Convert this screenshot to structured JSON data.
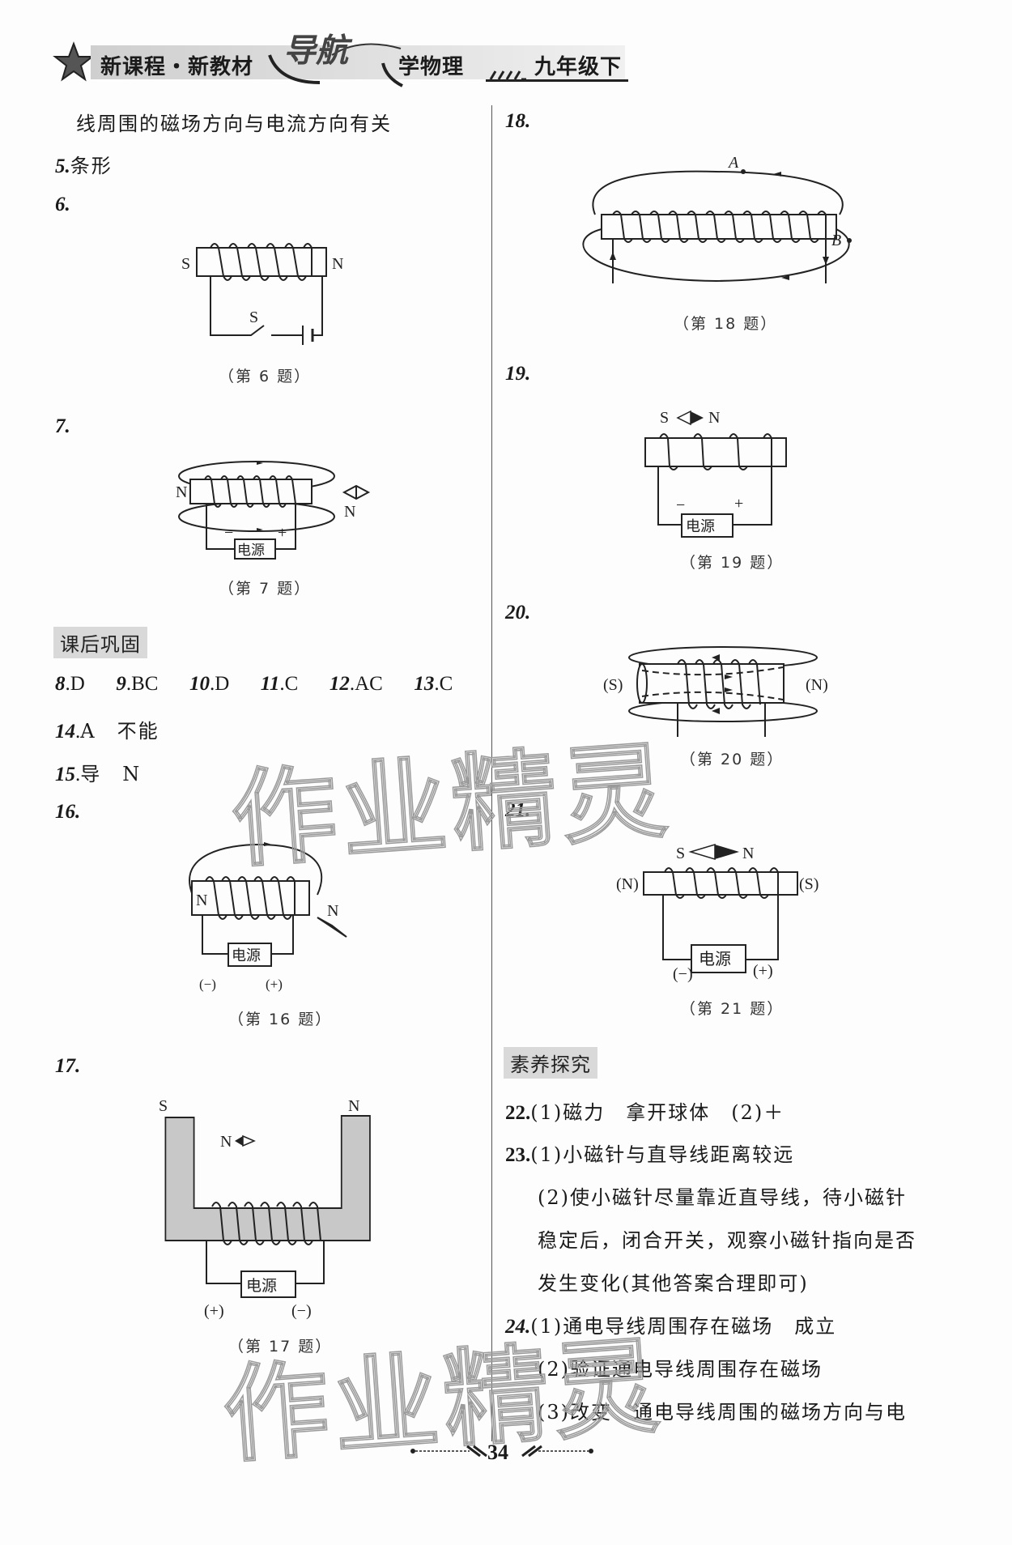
{
  "header": {
    "series": "新课程・新教材",
    "logo": "导航",
    "subject": "学物理",
    "grade": "九年级下"
  },
  "left": {
    "continuation": "线周围的磁场方向与电流方向有关",
    "q5": {
      "num": "5",
      "answer": "条形"
    },
    "q6": {
      "num": "6",
      "caption": "（第 6 题）",
      "labels": {
        "left": "S",
        "right": "N",
        "switch": "S"
      }
    },
    "q7": {
      "num": "7",
      "caption": "（第 7 题）",
      "labels": {
        "pole": "N",
        "needle": "N",
        "source": "电源",
        "minus": "−",
        "plus": "+"
      }
    },
    "section1": "课后巩固",
    "mc_row": [
      {
        "num": "8",
        "answer": "D"
      },
      {
        "num": "9",
        "answer": "BC"
      },
      {
        "num": "10",
        "answer": "D"
      },
      {
        "num": "11",
        "answer": "C"
      },
      {
        "num": "12",
        "answer": "AC"
      },
      {
        "num": "13",
        "answer": "C"
      }
    ],
    "q14": {
      "num": "14",
      "answer": "A　不能"
    },
    "q15": {
      "num": "15",
      "answer": "导　N"
    },
    "q16": {
      "num": "16",
      "caption": "（第 16 题）",
      "labels": {
        "pole": "N",
        "needle": "N",
        "source": "电源",
        "minus": "(−)",
        "plus": "(+)"
      }
    },
    "q17": {
      "num": "17",
      "caption": "（第 17 题）",
      "labels": {
        "left": "S",
        "right": "N",
        "needle": "N",
        "source": "电源",
        "plus": "(+)",
        "minus": "(−)"
      }
    }
  },
  "right": {
    "q18": {
      "num": "18",
      "caption": "（第 18 题）",
      "labels": {
        "a": "A",
        "b": "B"
      }
    },
    "q19": {
      "num": "19",
      "caption": "（第 19 题）",
      "labels": {
        "s": "S",
        "n": "N",
        "source": "电源",
        "minus": "−",
        "plus": "+"
      }
    },
    "q20": {
      "num": "20",
      "caption": "（第 20 题）",
      "labels": {
        "left": "(S)",
        "right": "(N)"
      }
    },
    "q21": {
      "num": "21",
      "caption": "（第 21 题）",
      "labels": {
        "s": "S",
        "n": "N",
        "left": "(N)",
        "right": "(S)",
        "source": "电源",
        "minus": "(−)",
        "plus": "(+)"
      }
    },
    "section2": "素养探究",
    "q22": {
      "num": "22",
      "lines": [
        "(1)磁力　拿开球体　(2)＋"
      ]
    },
    "q23": {
      "num": "23",
      "lines": [
        "(1)小磁针与直导线距离较远",
        "(2)使小磁针尽量靠近直导线，待小磁针",
        "稳定后，闭合开关，观察小磁针指向是否",
        "发生变化(其他答案合理即可)"
      ]
    },
    "q24": {
      "num": "24",
      "lines": [
        "(1)通电导线周围存在磁场　成立",
        "(2)验证通电导线周围存在磁场",
        "(3)改变　通电导线周围的磁场方向与电"
      ]
    }
  },
  "footer": {
    "page": "34"
  },
  "watermark": "作业精灵",
  "colors": {
    "section_bg": "#d9d9d9",
    "ink": "#1a1a1a",
    "core_fill": "#c8c8c8"
  }
}
